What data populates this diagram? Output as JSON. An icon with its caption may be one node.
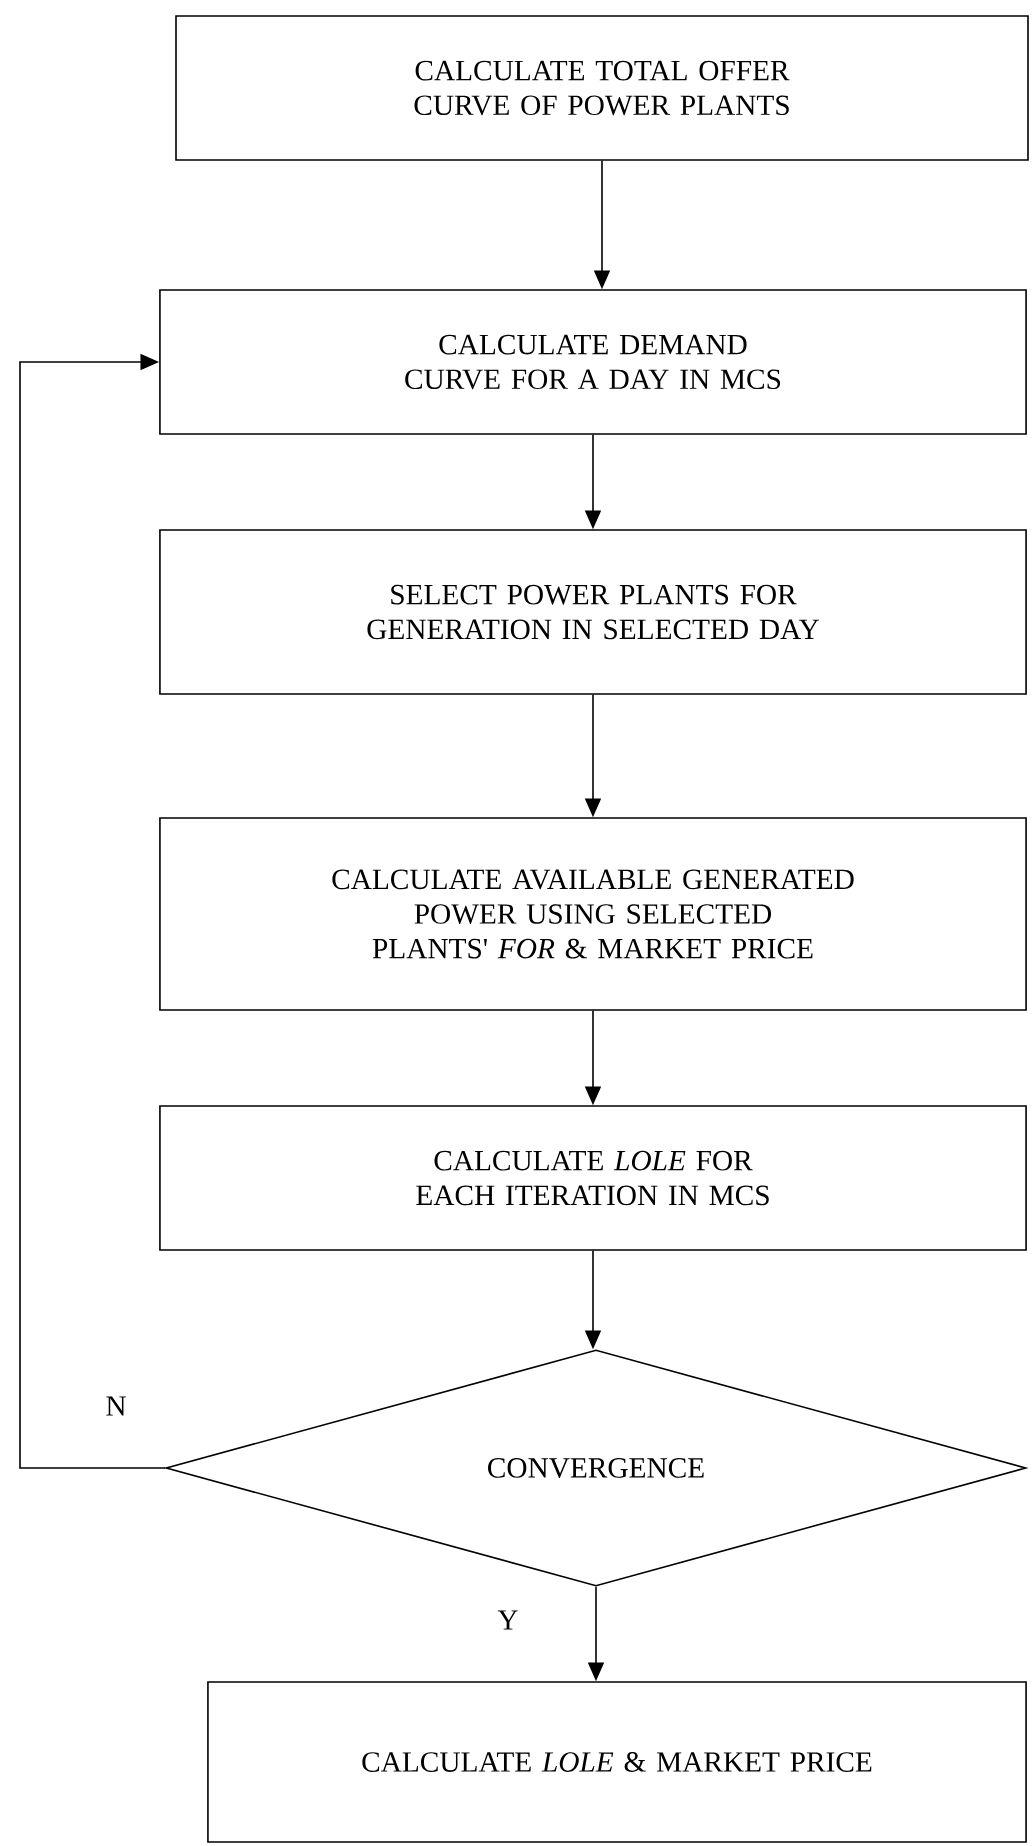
{
  "diagram": {
    "nodes": [
      {
        "text": [
          "CALCULATE TOTAL OFFER CURVE OF POWER PLANTS"
        ]
      },
      {
        "text": [
          "CALCULATE DEMAND CURVE FOR A DAY IN MCS"
        ]
      },
      {
        "text": [
          "SELECT POWER PLANTS FOR GENERATION IN SELECTED DAY"
        ]
      },
      {
        "text": [
          "CALCULATE AVAILABLE GENERATED POWER USING SELECTED PLANTS' *FOR* & MARKET PRICE"
        ]
      },
      {
        "text": [
          "CALCULATE *LOLE* FOR EACH ITERATION IN MCS"
        ]
      },
      {
        "text": [
          "CONVERGENCE"
        ]
      },
      {
        "text": [
          "CALCULATE *LOLE* & MARKET PRICE"
        ]
      }
    ],
    "edges": [
      {
        "from": 0,
        "to": 1,
        "arrow": "to"
      },
      {
        "from": 1,
        "to": 2,
        "arrow": "to"
      },
      {
        "from": 2,
        "to": 3,
        "arrow": "to"
      },
      {
        "from": 3,
        "to": 4,
        "arrow": "to"
      },
      {
        "from": 4,
        "to": 5,
        "arrow": "to"
      },
      {
        "from": 5,
        "to": 1,
        "arrow": "to",
        "label": "N"
      },
      {
        "from": 5,
        "to": 6,
        "arrow": "to",
        "label": "Y"
      }
    ]
  }
}
